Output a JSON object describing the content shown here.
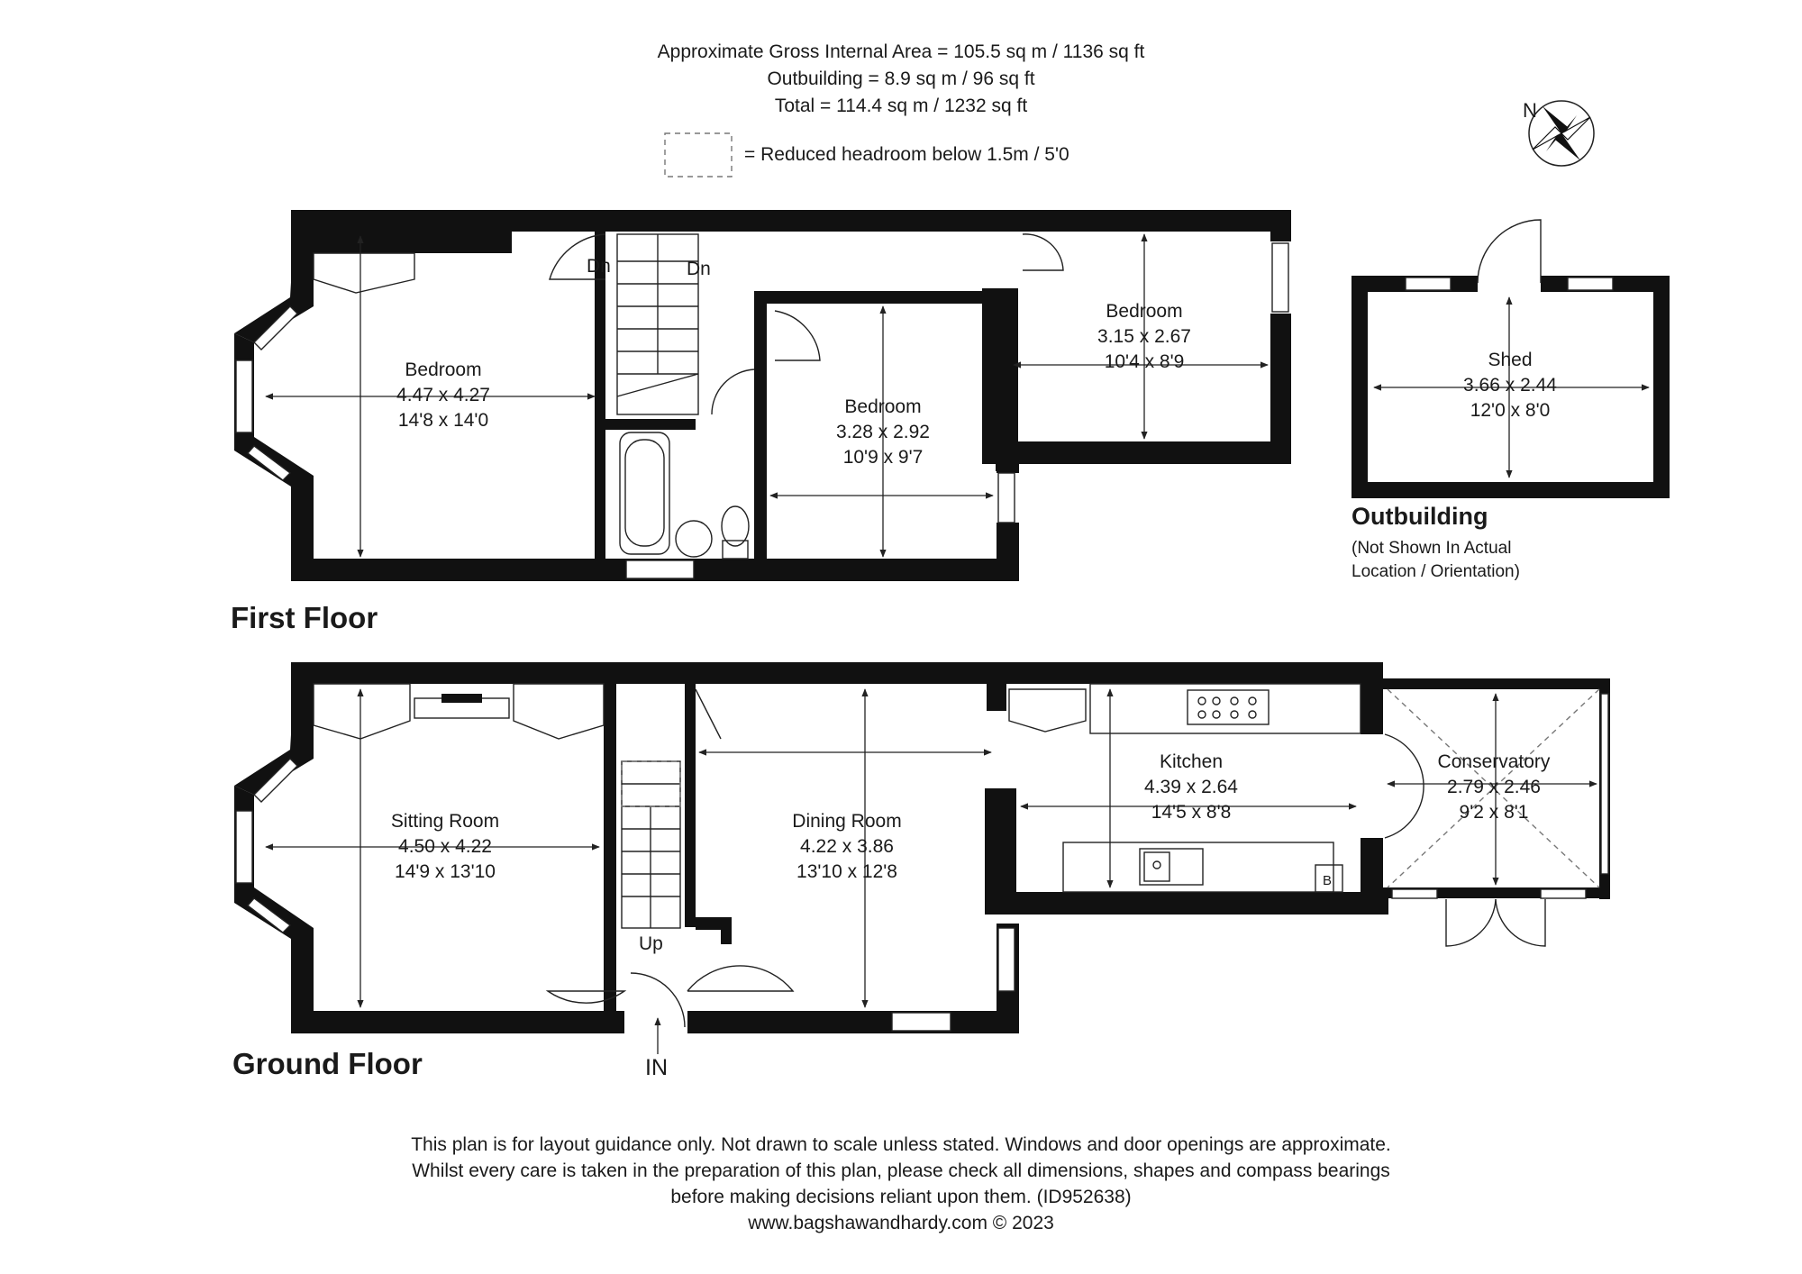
{
  "header": {
    "gross_area": "Approximate Gross Internal Area = 105.5 sq m / 1136 sq ft",
    "outbuilding_area": "Outbuilding = 8.9 sq m / 96 sq ft",
    "total_area": "Total = 114.4 sq m / 1232 sq ft",
    "legend_reduced_headroom": "= Reduced headroom below 1.5m / 5'0"
  },
  "compass": {
    "label": "N"
  },
  "first_floor": {
    "title": "First Floor",
    "bedroom_front": {
      "name": "Bedroom",
      "metric": "4.47 x 4.27",
      "imperial": "14'8 x 14'0"
    },
    "bedroom_middle": {
      "name": "Bedroom",
      "metric": "3.28 x 2.92",
      "imperial": "10'9 x 9'7"
    },
    "bedroom_rear": {
      "name": "Bedroom",
      "metric": "3.15 x 2.67",
      "imperial": "10'4 x 8'9"
    },
    "stairs_labels": [
      "Dn",
      "Dn"
    ]
  },
  "outbuilding": {
    "title": "Outbuilding",
    "note_line1": "(Not Shown In Actual",
    "note_line2": "Location / Orientation)",
    "shed": {
      "name": "Shed",
      "metric": "3.66 x 2.44",
      "imperial": "12'0 x 8'0"
    }
  },
  "ground_floor": {
    "title": "Ground Floor",
    "sitting_room": {
      "name": "Sitting Room",
      "metric": "4.50 x 4.22",
      "imperial": "14'9 x 13'10"
    },
    "dining_room": {
      "name": "Dining Room",
      "metric": "4.22 x 3.86",
      "imperial": "13'10 x 12'8"
    },
    "kitchen": {
      "name": "Kitchen",
      "metric": "4.39 x 2.64",
      "imperial": "14'5 x 8'8"
    },
    "conservatory": {
      "name": "Conservatory",
      "metric": "2.79 x 2.46",
      "imperial": "9'2 x 8'1"
    },
    "stairs_label": "Up",
    "entrance_label": "IN",
    "boiler_label": "B"
  },
  "footer": {
    "line1": "This plan is for layout guidance only. Not drawn to scale unless stated. Windows and door openings are approximate.",
    "line2": "Whilst every care is taken in the preparation of this plan, please check all dimensions, shapes and compass bearings",
    "line3": "before making decisions reliant upon them. (ID952638)",
    "line4": "www.bagshawandhardy.com © 2023"
  }
}
